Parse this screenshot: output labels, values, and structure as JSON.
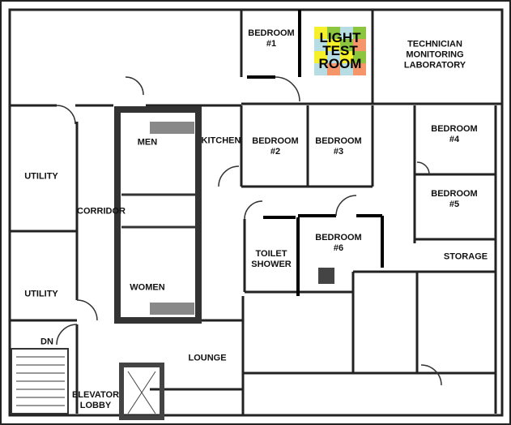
{
  "rooms": {
    "bedroom1": "BEDROOM\n#1",
    "light_test_room": [
      "LIGHT",
      "TEST",
      "ROOM"
    ],
    "technician": "TECHNICIAN\nMONITORING\nLABORATORY",
    "men": "MEN",
    "kitchen": "KITCHEN",
    "bedroom2": "BEDROOM\n#2",
    "bedroom3": "BEDROOM\n#3",
    "bedroom4": "BEDROOM\n#4",
    "bedroom5": "BEDROOM\n#5",
    "utility1": "UTILITY",
    "corridor": "CORRIDOR",
    "toilet_shower": "TOILET\nSHOWER",
    "bedroom6": "BEDROOM\n#6",
    "storage": "STORAGE",
    "utility2": "UTILITY",
    "women": "WOMEN",
    "dn": "DN",
    "lounge": "LOUNGE",
    "elevator_lobby": "ELEVATOR\nLOBBY"
  },
  "light_grid_colors": [
    "#f5f02a",
    "#8cc63f",
    "#b5dde3",
    "#8cc63f",
    "#b5dde3",
    "#f5f02a",
    "#8cc63f",
    "#f7956a",
    "#f5f02a",
    "#b5dde3",
    "#f5f02a",
    "#8cc63f",
    "#b5dde3",
    "#f7956a",
    "#b5dde3",
    "#f7956a"
  ]
}
